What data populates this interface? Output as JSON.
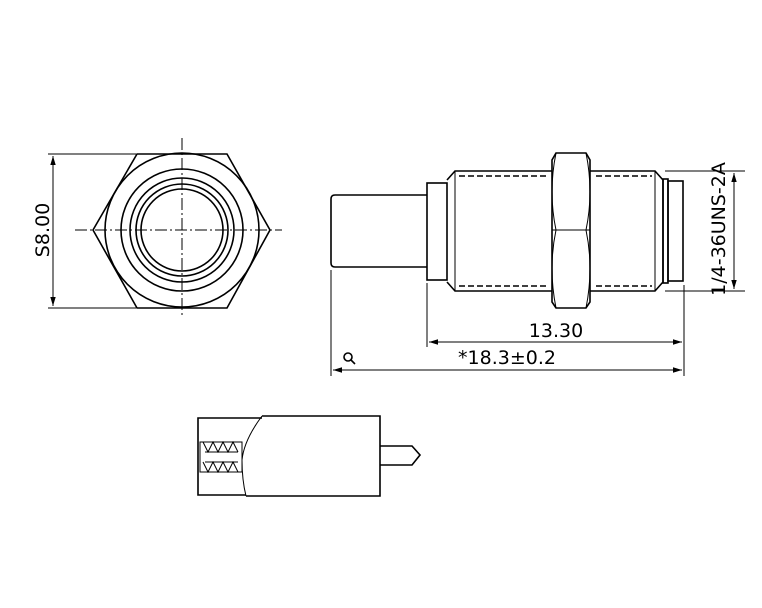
{
  "title": "Connector drawing",
  "views": {
    "end_view": {
      "dimension_label": "S8.00"
    },
    "side_view": {
      "thread_label": "1/4-36UNS-2A",
      "body_length_label": "13.30",
      "overall_length_label": "*18.3±0.2",
      "inspection_symbol": "Q"
    },
    "section_view": {}
  },
  "colors": {
    "line": "#000000",
    "background": "#ffffff"
  }
}
